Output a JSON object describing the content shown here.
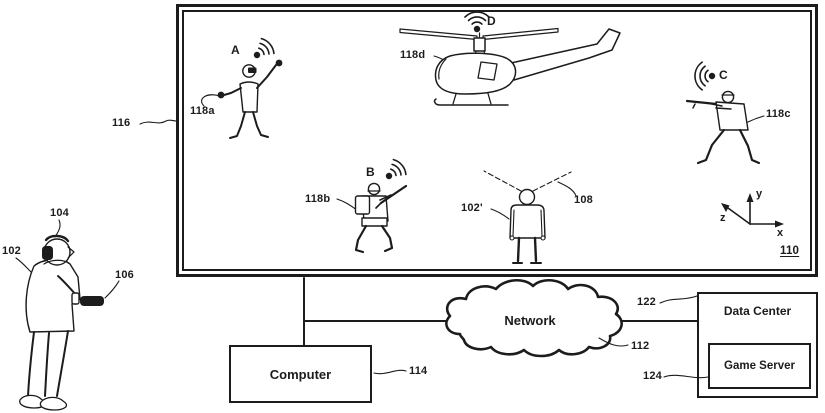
{
  "screen": {
    "ref": "116",
    "id": "110",
    "player_a": {
      "letter": "A",
      "ref": "118a"
    },
    "player_b": {
      "letter": "B",
      "ref": "118b"
    },
    "player_c": {
      "letter": "C",
      "ref": "118c"
    },
    "helicopter": {
      "letter": "D",
      "ref": "118d"
    },
    "avatar": {
      "ref": "102'"
    },
    "gaze": {
      "ref": "108"
    },
    "axes": {
      "x": "x",
      "y": "y",
      "z": "z"
    }
  },
  "user": {
    "ref": "102",
    "headphones_ref": "104",
    "controller_ref": "106"
  },
  "network": {
    "label": "Network",
    "ref": "112"
  },
  "computer": {
    "label": "Computer",
    "ref": "114"
  },
  "data_center": {
    "label": "Data Center",
    "ref": "122"
  },
  "game_server": {
    "label": "Game Server",
    "ref": "124"
  },
  "colors": {
    "ink": "#1c1c1c",
    "paper": "#ffffff"
  }
}
